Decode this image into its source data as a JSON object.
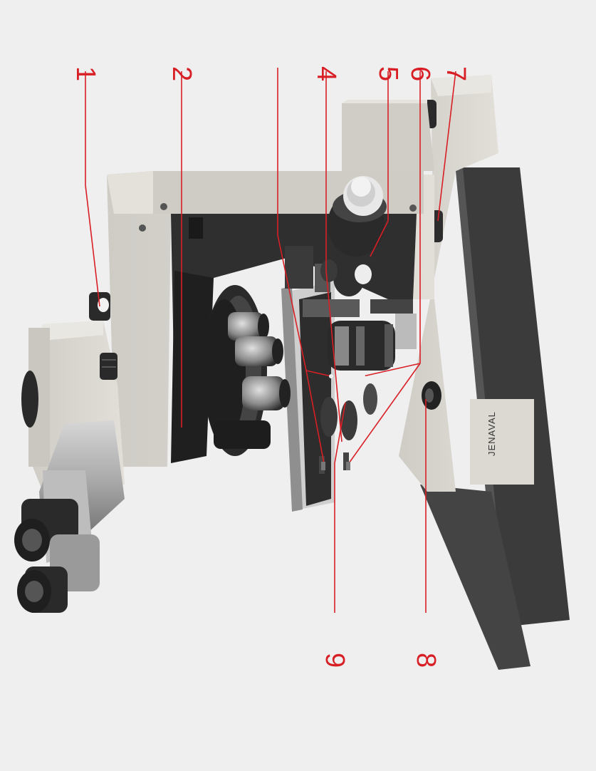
{
  "diagram": {
    "brand_label": "JENAVAL",
    "callouts": [
      {
        "id": "c1",
        "label": "1"
      },
      {
        "id": "c2",
        "label": "2"
      },
      {
        "id": "c4",
        "label": "4"
      },
      {
        "id": "c5",
        "label": "5"
      },
      {
        "id": "c6",
        "label": "6"
      },
      {
        "id": "c7",
        "label": "7"
      },
      {
        "id": "c8",
        "label": "8"
      },
      {
        "id": "c9",
        "label": "9"
      }
    ]
  },
  "colors": {
    "background": "#efefef",
    "callout_red": "#d81f26",
    "body_light": "#d9d6d0",
    "body_dark": "#3a3a3a",
    "metal": "#8c8c8c"
  }
}
